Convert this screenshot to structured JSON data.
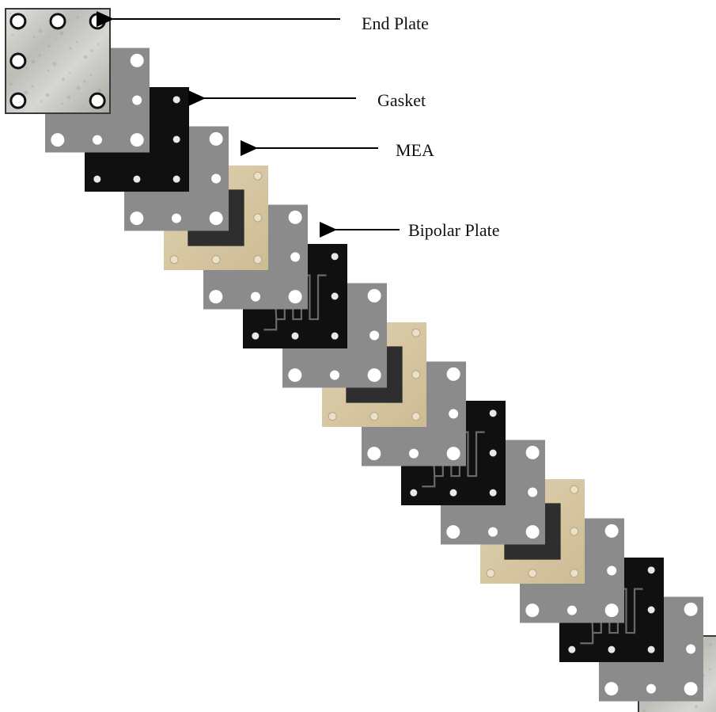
{
  "labels": {
    "end_plate": "End Plate",
    "gasket": "Gasket",
    "mea": "MEA",
    "bipolar_plate": "Bipolar Plate"
  },
  "stack": {
    "sequence": [
      "end-plate",
      "gasket",
      "bipolar-plate",
      "gasket",
      "mea",
      "gasket",
      "bipolar-plate",
      "gasket",
      "mea",
      "gasket",
      "bipolar-plate",
      "gasket",
      "mea",
      "gasket",
      "bipolar-plate",
      "gasket",
      "end-plate"
    ]
  },
  "colors": {
    "end_plate": "#cfcfcb",
    "gasket": "#8c8b8b",
    "bipolar_plate": "#101010",
    "mea_frame": "#d8c8a6",
    "mea_active": "#2e2e2e",
    "arrow": "#000000"
  }
}
